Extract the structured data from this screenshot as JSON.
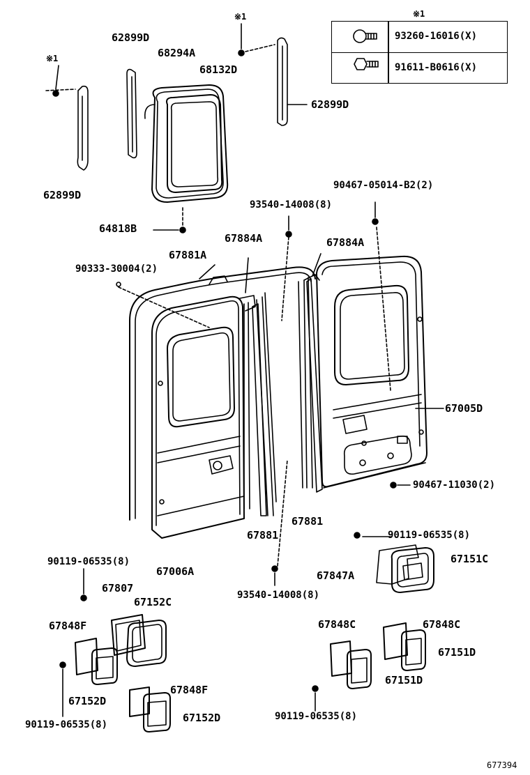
{
  "legend": {
    "mark": "※1",
    "rows": [
      {
        "icon": "flange-bolt-icon",
        "part": "93260-16016(X)"
      },
      {
        "icon": "hex-bolt-icon",
        "part": "91611-B0616(X)"
      }
    ]
  },
  "marks": {
    "left": "※1",
    "top": "※1"
  },
  "labels": {
    "p62899D_a": "62899D",
    "p68294A": "68294A",
    "p68132D": "68132D",
    "p62899D_b": "62899D",
    "p62899D_c": "62899D",
    "p64818B": "64818B",
    "p90467_05014": "90467-05014-B2(2)",
    "p93540_top": "93540-14008(8)",
    "p67884A_l": "67884A",
    "p67884A_r": "67884A",
    "p67881A": "67881A",
    "p90333": "90333-30004(2)",
    "p67005D": "67005D",
    "p90467_11030": "90467-11030(2)",
    "p67881_r": "67881",
    "p67881_l": "67881",
    "p90119_r": "90119-06535(8)",
    "p67151C": "67151C",
    "p67847A": "67847A",
    "p67006A": "67006A",
    "p90119_l": "90119-06535(8)",
    "p93540_bot": "93540-14008(8)",
    "p67807": "67807",
    "p67152C": "67152C",
    "p67848F_a": "67848F",
    "p67152D_a": "67152D",
    "p90119_bl": "90119-06535(8)",
    "p67848F_b": "67848F",
    "p67152D_b": "67152D",
    "p67848C_a": "67848C",
    "p67848C_b": "67848C",
    "p67151D_a": "67151D",
    "p67151D_b": "67151D",
    "p90119_br": "90119-06535(8)"
  },
  "figure_id": "677394"
}
